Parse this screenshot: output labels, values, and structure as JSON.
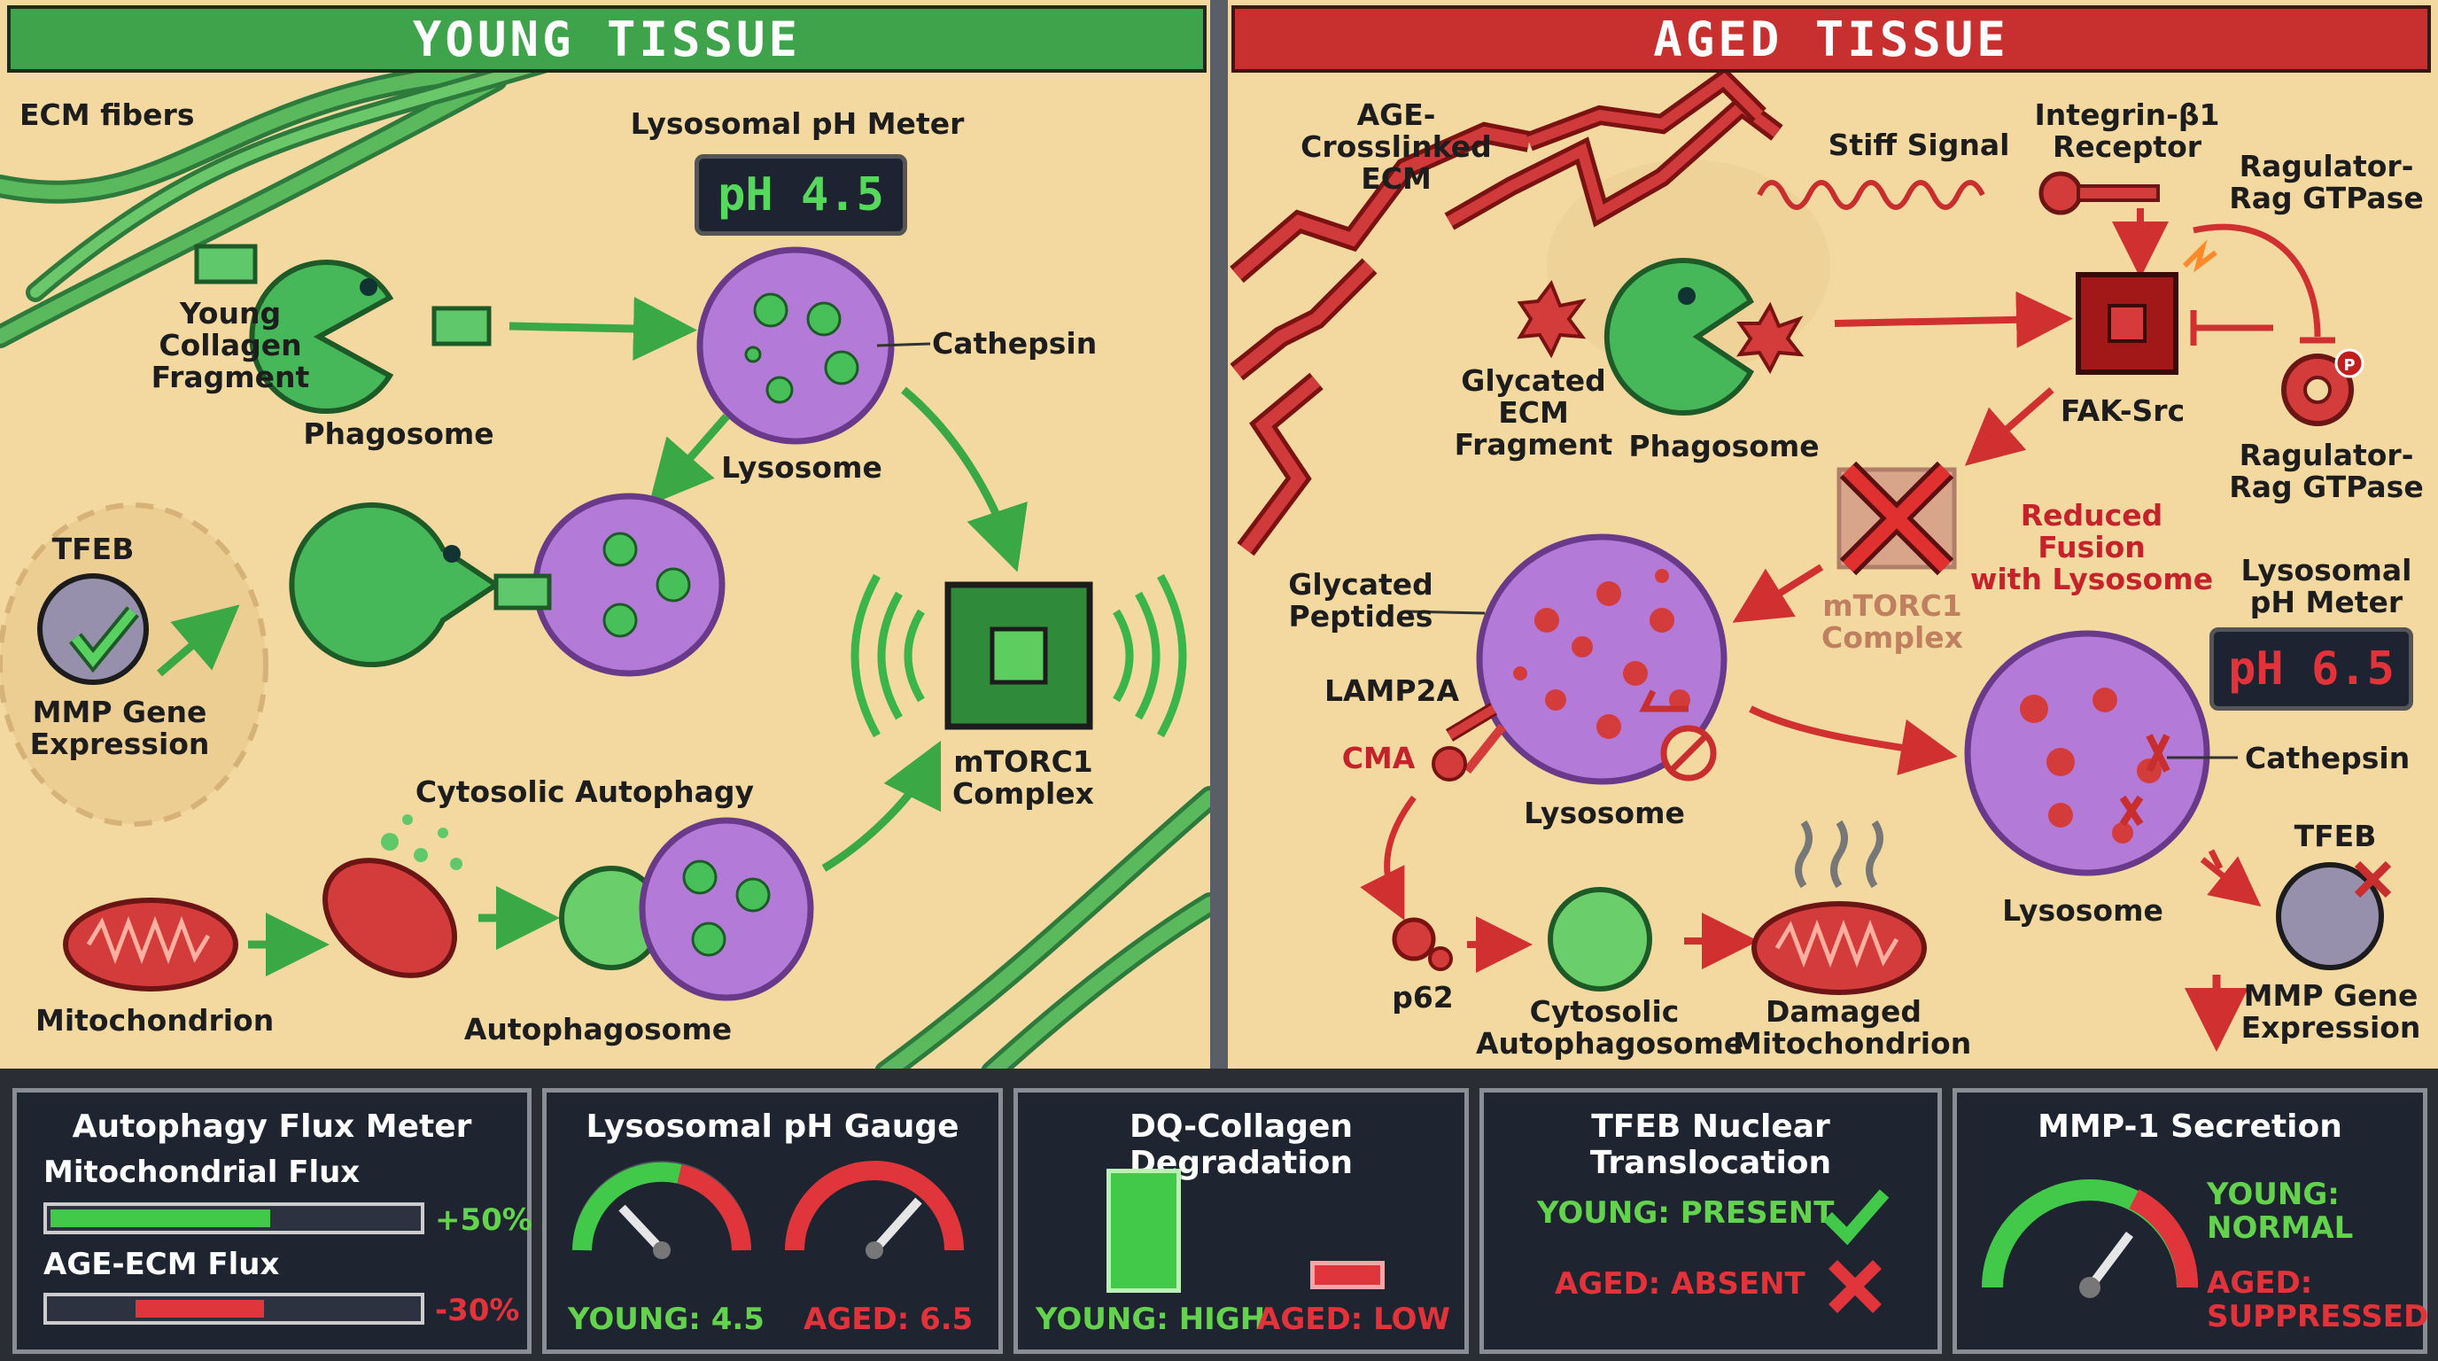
{
  "young": {
    "banner": "YOUNG TISSUE",
    "ecm_fibers": "ECM fibers",
    "young_collagen_fragment": "Young\nCollagen\nFragment",
    "phagosome": "Phagosome",
    "ph_meter_title": "Lysosomal pH Meter",
    "ph_meter_value": "pH 4.5",
    "cathepsin": "Cathepsin",
    "lysosome": "Lysosome",
    "tfeb": "TFEB",
    "mmp_gene_expression": "MMP Gene\nExpression",
    "mtorc1": "mTORC1\nComplex",
    "cytosolic_autophagy": "Cytosolic Autophagy",
    "mitochondrion": "Mitochondrion",
    "autophagosome": "Autophagosome"
  },
  "aged": {
    "banner": "AGED TISSUE",
    "age_crosslinked_ecm": "AGE-Crosslinked\nECM",
    "stiff_signal": "Stiff Signal",
    "integrin": "Integrin-β1\nReceptor",
    "ragulator_top": "Ragulator-\nRag GTPase",
    "glycated_ecm_fragment": "Glycated ECM\nFragment",
    "phagosome": "Phagosome",
    "fak_src": "FAK-Src",
    "ragulator_bottom": "Ragulator-\nRag GTPase",
    "reduced_fusion": "Reduced Fusion\nwith Lysosome",
    "mtorc1": "mTORC1\nComplex",
    "ph_meter_title": "Lysosomal\npH Meter",
    "ph_meter_value": "pH 6.5",
    "glycated_peptides": "Glycated\nPeptides",
    "lamp2a": "LAMP2A",
    "cma": "CMA",
    "lysosome_center": "Lysosome",
    "cathepsin": "Cathepsin",
    "lysosome_right": "Lysosome",
    "tfeb": "TFEB",
    "mmp_gene_expression": "MMP Gene\nExpression",
    "p62": "p62",
    "cytosolic_autophagosome": "Cytosolic\nAutophagosome",
    "damaged_mitochondrion": "Damaged\nMitochondrion"
  },
  "dashboard": {
    "flux": {
      "title": "Autophagy Flux Meter",
      "mito_label": "Mitochondrial Flux",
      "mito_value": "+50%",
      "mito_fill": 0.6,
      "age_label": "AGE-ECM Flux",
      "age_value": "-30%",
      "age_fill": 0.35
    },
    "ph": {
      "title": "Lysosomal pH Gauge",
      "young": "YOUNG: 4.5",
      "aged": "AGED: 6.5"
    },
    "dq": {
      "title": "DQ-Collagen Degradation",
      "young": "YOUNG: HIGH",
      "aged": "AGED: LOW"
    },
    "tfeb": {
      "title": "TFEB Nuclear Translocation",
      "young": "YOUNG: PRESENT",
      "aged": "AGED: ABSENT"
    },
    "mmp": {
      "title": "MMP-1 Secretion",
      "young": "YOUNG:\nNORMAL",
      "aged": "AGED:\nSUPPRESSED"
    }
  },
  "colors": {
    "young_green": "#3ea34a",
    "aged_red": "#c7302f",
    "background": "#f3d9a0",
    "lysosome_purple": "#b47ad8"
  }
}
